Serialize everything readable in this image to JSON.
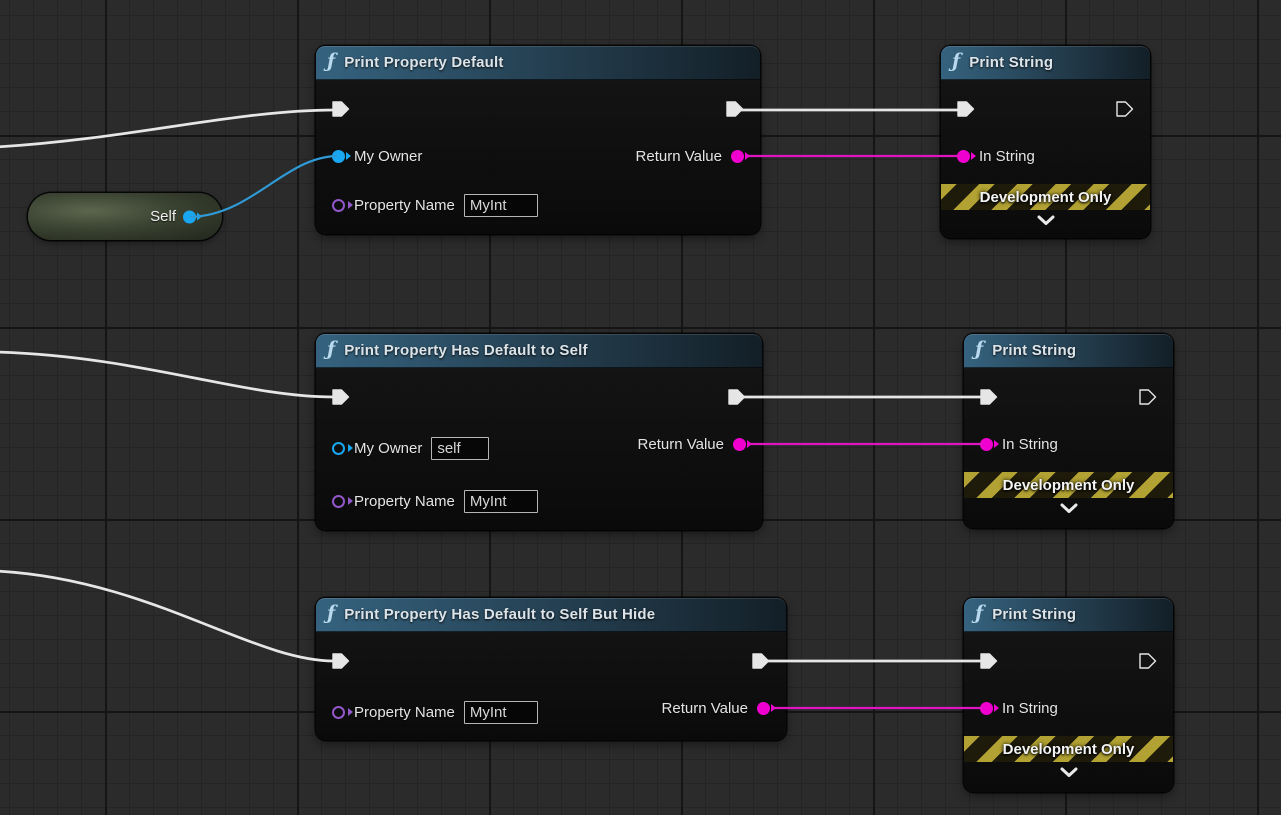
{
  "icons": {
    "function_glyph": "ƒ"
  },
  "self_node": {
    "label": "Self"
  },
  "nodes": [
    {
      "title": "Print Property Default",
      "my_owner_label": "My Owner",
      "property_name_label": "Property Name",
      "property_name_value": "MyInt",
      "return_value_label": "Return Value"
    },
    {
      "title": "Print Property Has Default to Self",
      "my_owner_label": "My Owner",
      "my_owner_value": "self",
      "property_name_label": "Property Name",
      "property_name_value": "MyInt",
      "return_value_label": "Return Value"
    },
    {
      "title": "Print Property Has Default to Self But Hide",
      "property_name_label": "Property Name",
      "property_name_value": "MyInt",
      "return_value_label": "Return Value"
    }
  ],
  "print_string_nodes": [
    {
      "title": "Print String",
      "in_string_label": "In String",
      "dev_banner": "Development Only"
    },
    {
      "title": "Print String",
      "in_string_label": "In String",
      "dev_banner": "Development Only"
    },
    {
      "title": "Print String",
      "in_string_label": "In String",
      "dev_banner": "Development Only"
    }
  ],
  "colors": {
    "wire-exec": "#e6e6e6",
    "wire-string": "#dd16c2",
    "wire-object": "#2f9ad5",
    "pin-exec": "#e6e6e6",
    "pin-string": "#ef00cf",
    "pin-object": "#19a7f1",
    "pin-name": "#9257c8",
    "header-blue": "#35637f",
    "banner-yellow": "#b2a233"
  }
}
